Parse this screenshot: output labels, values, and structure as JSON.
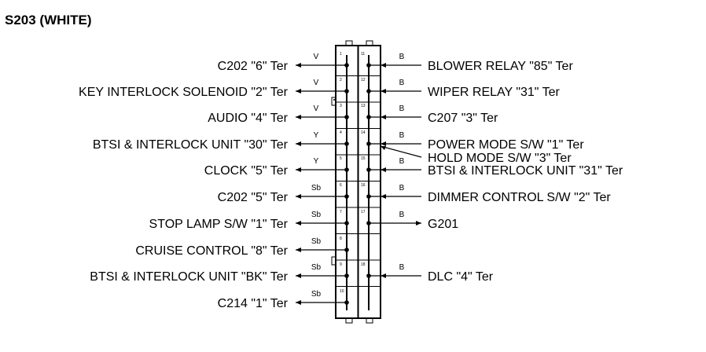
{
  "title": "S203 (WHITE)",
  "left": [
    {
      "label": "C202 \"6\" Ter",
      "wire": "V",
      "pin": "1"
    },
    {
      "label": "KEY INTERLOCK SOLENOID \"2\" Ter",
      "wire": "V",
      "pin": "2"
    },
    {
      "label": "AUDIO \"4\" Ter",
      "wire": "V",
      "pin": "3"
    },
    {
      "label": "BTSI & INTERLOCK UNIT \"30\" Ter",
      "wire": "Y",
      "pin": "4"
    },
    {
      "label": "CLOCK \"5\" Ter",
      "wire": "Y",
      "pin": "5"
    },
    {
      "label": "C202 \"5\" Ter",
      "wire": "Sb",
      "pin": "6"
    },
    {
      "label": "STOP LAMP S/W \"1\" Ter",
      "wire": "Sb",
      "pin": "7"
    },
    {
      "label": "CRUISE CONTROL \"8\" Ter",
      "wire": "Sb",
      "pin": "8"
    },
    {
      "label": "BTSI & INTERLOCK UNIT \"BK\" Ter",
      "wire": "Sb",
      "pin": "9"
    },
    {
      "label": "C214 \"1\" Ter",
      "wire": "Sb",
      "pin": "10"
    }
  ],
  "right": [
    {
      "label": "BLOWER RELAY \"85\" Ter",
      "wire": "B",
      "pin": "11"
    },
    {
      "label": "WIPER RELAY \"31\" Ter",
      "wire": "B",
      "pin": "12"
    },
    {
      "label": "C207 \"3\" Ter",
      "wire": "B",
      "pin": "13"
    },
    {
      "label": "POWER MODE S/W \"1\" Ter",
      "wire": "B",
      "pin": "14"
    },
    {
      "label": "HOLD MODE S/W \"3\" Ter",
      "wire": "",
      "pin": ""
    },
    {
      "label": "BTSI & INTERLOCK UNIT \"31\" Ter",
      "wire": "B",
      "pin": "15"
    },
    {
      "label": "DIMMER CONTROL S/W \"2\" Ter",
      "wire": "B",
      "pin": "16"
    },
    {
      "label": "G201",
      "wire": "B",
      "pin": "17"
    },
    {
      "label": "DLC \"4\" Ter",
      "wire": "B",
      "pin": "18"
    }
  ]
}
